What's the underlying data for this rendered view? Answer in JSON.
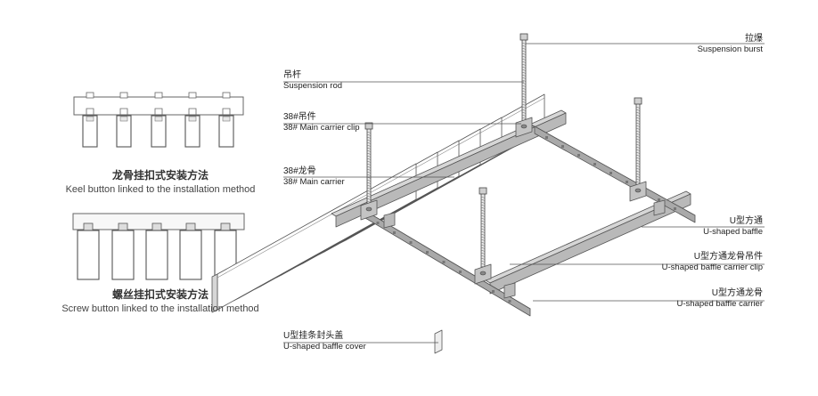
{
  "methods": [
    {
      "zh": "龙骨挂扣式安装方法",
      "en": "Keel button linked to the installation method"
    },
    {
      "zh": "螺丝挂扣式安装方法",
      "en": "Screw button linked to the installation method"
    }
  ],
  "labels": {
    "suspension_burst": {
      "zh": "拉爆",
      "en": "Suspension burst"
    },
    "suspension_rod": {
      "zh": "吊杆",
      "en": "Suspension rod"
    },
    "main_carrier_clip": {
      "zh": "38#吊件",
      "en": "38# Main carrier clip"
    },
    "main_carrier": {
      "zh": "38#龙骨",
      "en": "38#  Main carrier"
    },
    "u_baffle": {
      "zh": "U型方通",
      "en": "U-shaped baffle"
    },
    "u_baffle_carrier_clip": {
      "zh": "U型方通龙骨吊件",
      "en": "U-shaped baffle carrier clip"
    },
    "u_baffle_carrier": {
      "zh": "U型方通龙骨",
      "en": "U-shaped baffle carrier"
    },
    "u_baffle_cover": {
      "zh": "U型挂条封头盖",
      "en": "U-shaped baffle cover"
    }
  }
}
